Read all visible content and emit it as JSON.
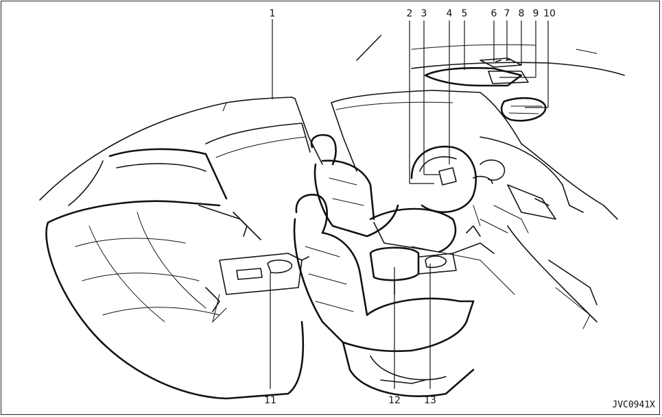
{
  "figure": {
    "code": "JVC0941X",
    "callouts": [
      {
        "label": "1"
      },
      {
        "label": "2"
      },
      {
        "label": "3"
      },
      {
        "label": "4"
      },
      {
        "label": "5"
      },
      {
        "label": "6"
      },
      {
        "label": "7"
      },
      {
        "label": "8"
      },
      {
        "label": "9"
      },
      {
        "label": "10"
      },
      {
        "label": "11"
      },
      {
        "label": "12"
      },
      {
        "label": "13"
      }
    ]
  }
}
